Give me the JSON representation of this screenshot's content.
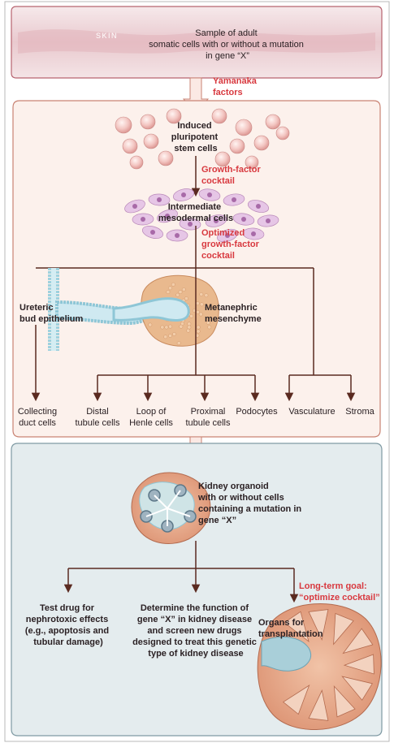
{
  "skin_label": "SKIN",
  "sample": {
    "text": "Sample of adult somatic cells with or without a mutation in gene “X”"
  },
  "yamanaka": "Yamanaka factors",
  "ipsc": "Induced pluripotent stem cells",
  "gf_cocktail": "Growth-factor cocktail",
  "intermediate": "Intermediate mesodermal cells",
  "optimized_cocktail": "Optimized growth-factor cocktail",
  "ureteric": "Ureteric bud epithelium",
  "metanephric": "Metanephric mesenchyme",
  "cell_types": {
    "collecting": "Collecting duct cells",
    "distal": "Distal tubule cells",
    "loop": "Loop of Henle cells",
    "proximal": "Proximal tubule cells",
    "podocytes": "Podocytes",
    "vasculature": "Vasculature",
    "stroma": "Stroma"
  },
  "organoid": "Kidney organoid with or without cells containing a mutation in gene “X”",
  "outcomes": {
    "test_drug": "Test drug for nephrotoxic effects (e.g., apoptosis and tubular damage)",
    "determine": "Determine the function of gene “X” in kidney disease and screen new drugs designed to treat this genetic type of kidney disease",
    "goal": "Long-term goal: “optimize cocktail”",
    "organs": "Organs for transplantation"
  },
  "colors": {
    "red_label": "#d8393f",
    "text": "#2b2124",
    "arrow": "#5a2a20",
    "skin_panel": "#f0dfe2",
    "skin_panel_border": "#b7636f",
    "process_panel": "#fcf1ec",
    "process_panel_border": "#c98373",
    "bottom_panel": "#e4ecee",
    "bottom_panel_border": "#7f9aa3",
    "pink_cell": "#f3c3c0",
    "purple_cell": "#e1bde1",
    "tubule_blue": "#9ed1de",
    "mesenchyme": "#e9b98e",
    "kidney_tissue": "#e6a382"
  }
}
